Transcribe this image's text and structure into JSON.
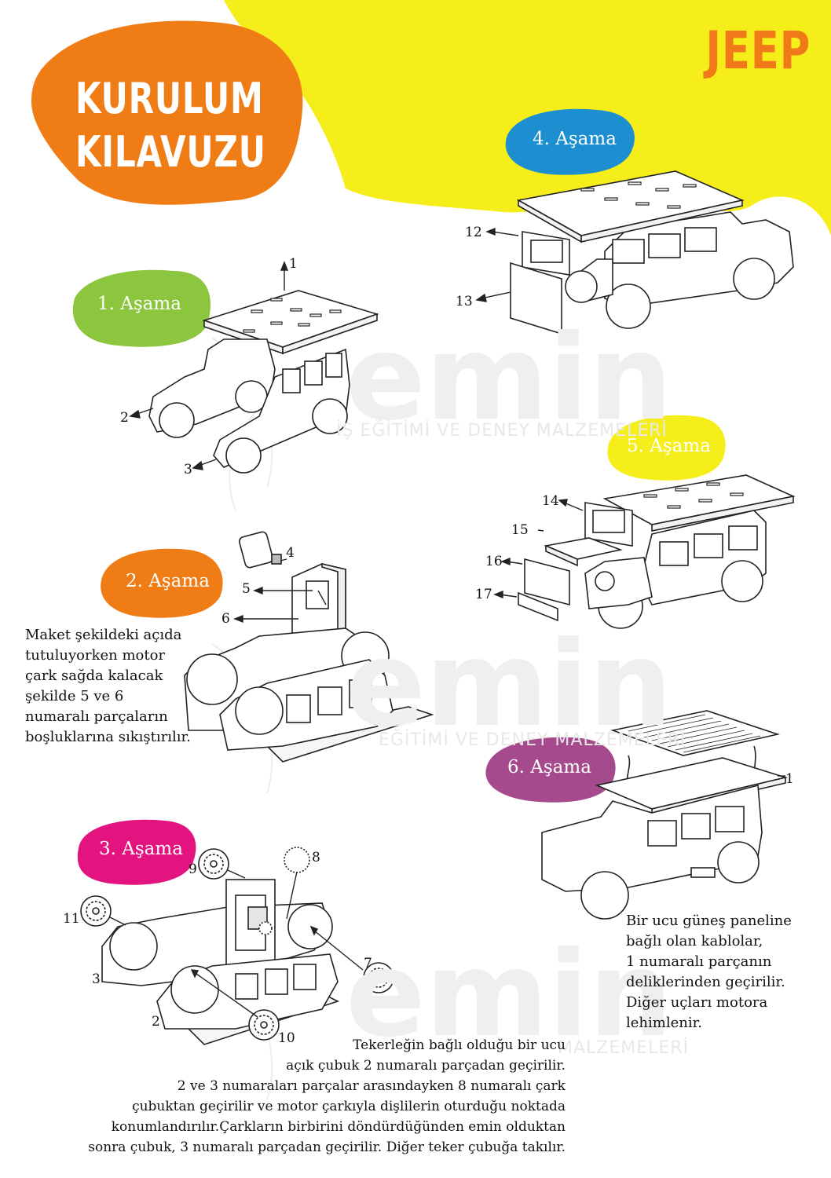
{
  "header": {
    "title_line1": "KURULUM",
    "title_line2": "KILAVUZU",
    "brand": "JEEP"
  },
  "watermark": {
    "logo": "emin",
    "tagline_1": "İŞ EĞİTİMİ VE DENEY MALZEMELERİ",
    "tagline_2": "EĞİTİMİ VE DENEY MALZEMELERİ",
    "tagline_3": "MALZEMELERİ"
  },
  "colors": {
    "orange": "#f07c16",
    "yellow": "#f6ee1a",
    "green": "#8cc63f",
    "blue": "#1d8fd1",
    "magenta": "#e3137f",
    "purple": "#a64a8e"
  },
  "stages": [
    {
      "label": "1. Aşama",
      "color": "green"
    },
    {
      "label": "2. Aşama",
      "color": "orange"
    },
    {
      "label": "3. Aşama",
      "color": "magenta"
    },
    {
      "label": "4. Aşama",
      "color": "blue"
    },
    {
      "label": "5. Aşama",
      "color": "yellow"
    },
    {
      "label": "6. Aşama",
      "color": "purple"
    }
  ],
  "part_numbers": {
    "s1": [
      "1",
      "2",
      "3"
    ],
    "s2": [
      "4",
      "5",
      "6"
    ],
    "s3": [
      "9",
      "8",
      "11",
      "7",
      "3",
      "2",
      "10"
    ],
    "s4": [
      "12",
      "13"
    ],
    "s5": [
      "14",
      "15",
      "16",
      "17"
    ],
    "s6": [
      "1"
    ]
  },
  "instructions": {
    "stage2": [
      "Maket şekildeki açıda",
      "tutuluyorken motor",
      "çark sağda kalacak",
      "şekilde 5 ve 6",
      "numaralı parçaların",
      "boşluklarına sıkıştırılır."
    ],
    "stage6": [
      "Bir ucu güneş paneline",
      "bağlı olan kablolar,",
      "1 numaralı parçanın",
      "deliklerinden geçirilir.",
      "Diğer uçları motora",
      "lehimlenir."
    ],
    "stage3": [
      "Tekerleğin bağlı olduğu bir ucu",
      "açık çubuk 2 numaralı parçadan geçirilir.",
      "2 ve 3 numaraları parçalar arasındayken 8 numaralı çark",
      "çubuktan geçirilir ve motor çarkıyla dişlilerin oturduğu noktada",
      "konumlandırılır.Çarkların birbirini döndürdüğünden emin olduktan",
      "sonra çubuk, 3 numaralı parçadan geçirilir. Diğer teker çubuğa takılır."
    ]
  }
}
